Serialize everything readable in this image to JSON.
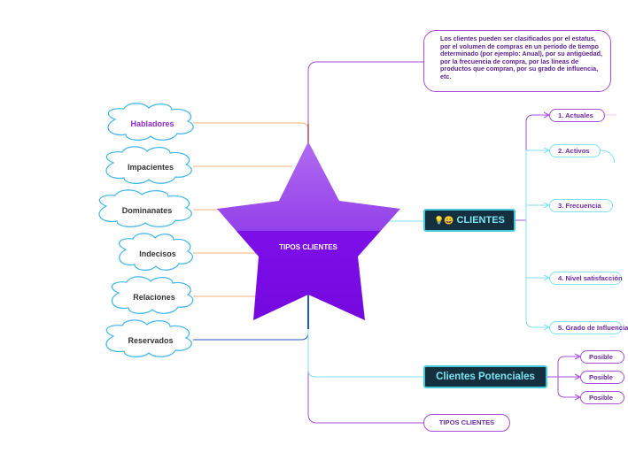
{
  "central": {
    "title": "TIPOS CLIENTES"
  },
  "left_topics": [
    {
      "label": "Habladores",
      "color": "#8e2ac7"
    },
    {
      "label": "Impacientes",
      "color": "#333333"
    },
    {
      "label": "Dominanates",
      "color": "#333333"
    },
    {
      "label": "Indecisos",
      "color": "#333333"
    },
    {
      "label": "Relaciones",
      "color": "#333333"
    },
    {
      "label": "Reservados",
      "color": "#333333"
    }
  ],
  "note": {
    "text": "Los clientes pueden ser clasificados por el estatus, por el volumen de compras en un período de tiempo determinado (por ejemplo: Anual), por su antigüedad, por la frecuencia de compra, por las líneas de productos que compran, por su grado de influencia, etc."
  },
  "clientes": {
    "emoji": "💡😀",
    "label": "CLIENTES",
    "children": [
      {
        "label": "1. Actuales"
      },
      {
        "label": "2. Activos"
      },
      {
        "label": "3. Frecuencia"
      },
      {
        "label": "4. Nivel satisfacción"
      },
      {
        "label": "5. Grado de Influencia"
      }
    ]
  },
  "potenciales": {
    "label": "Clientes Potenciales",
    "children": [
      {
        "label": "Posible"
      },
      {
        "label": "Posible"
      },
      {
        "label": "Posible"
      }
    ]
  },
  "bottom_node": {
    "label": "TIPOS CLIENTES"
  },
  "colors": {
    "star_top": "#a55ee8",
    "star_bottom": "#7a0ae6",
    "purple_line": "#a64fd8",
    "cyan_line": "#7fe2ef",
    "orange_line": "#f3b37a",
    "blue_line": "#2256c9",
    "cloud_stroke": "#3fb6ec"
  }
}
